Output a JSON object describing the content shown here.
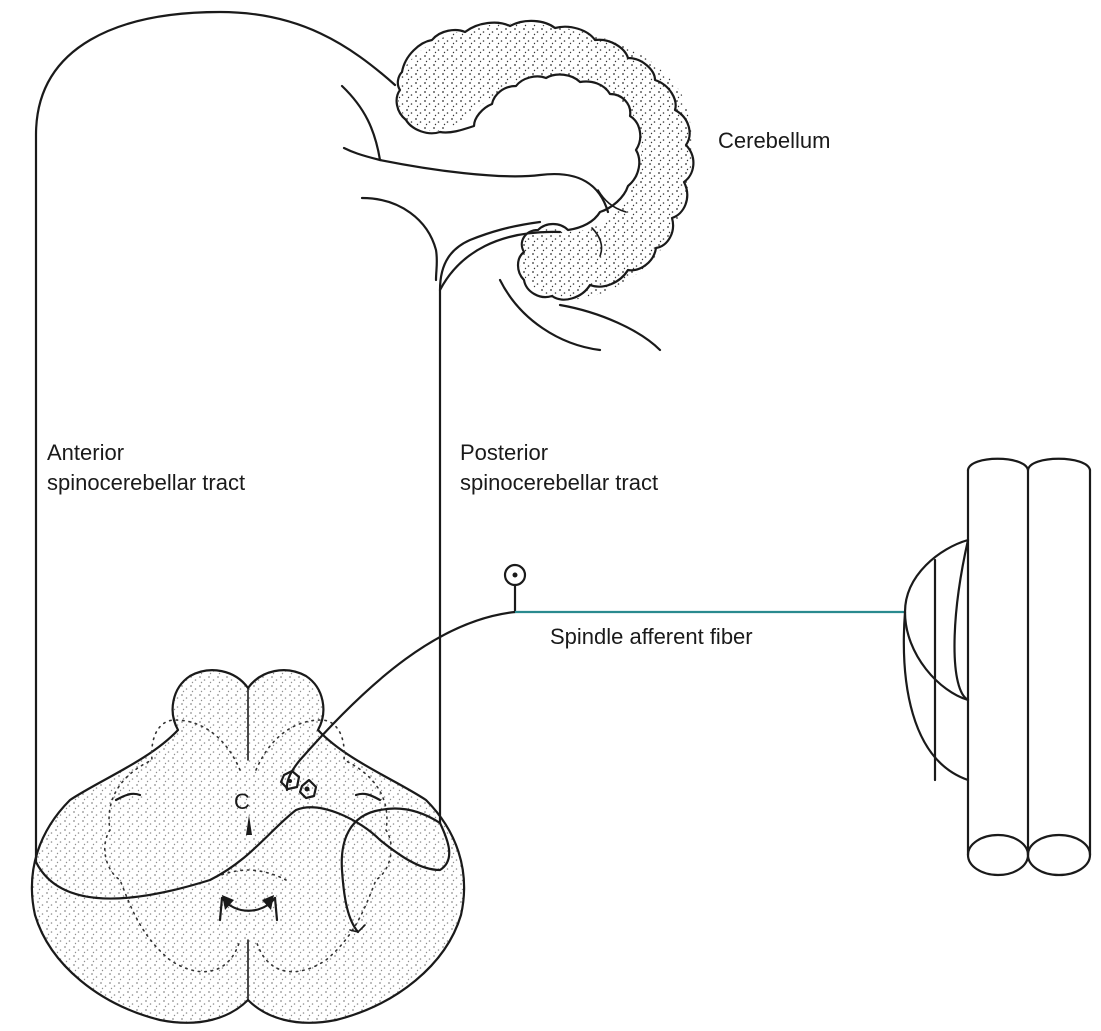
{
  "labels": {
    "cerebellum": "Cerebellum",
    "anterior_line1": "Anterior",
    "anterior_line2": "spinocerebellar tract",
    "posterior_line1": "Posterior",
    "posterior_line2": "spinocerebellar tract",
    "spindle": "Spindle afferent fiber",
    "cell_c": "C"
  },
  "colors": {
    "ink": "#1a1a1a",
    "afferent_fiber": "#2a8a8f",
    "background": "#ffffff"
  }
}
